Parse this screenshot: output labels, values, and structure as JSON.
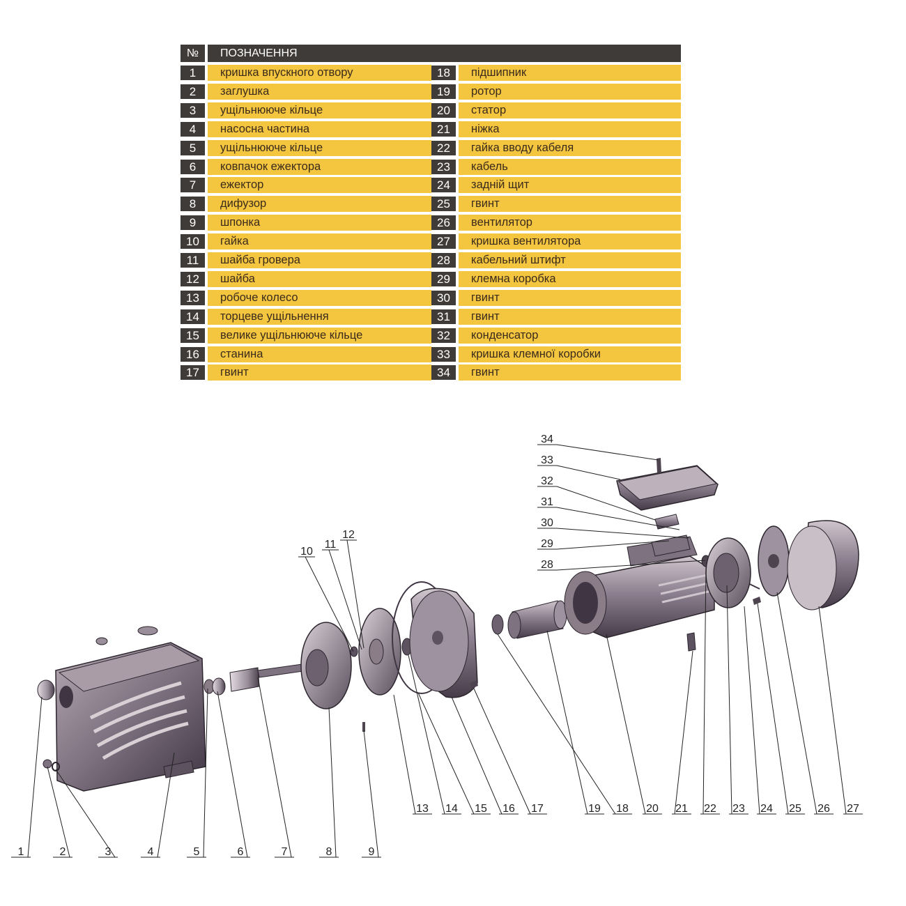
{
  "table": {
    "header_num": "№",
    "header_title": "ПОЗНАЧЕННЯ",
    "left_items": [
      {
        "n": "1",
        "label": "кришка впускного отвору"
      },
      {
        "n": "2",
        "label": "заглушка"
      },
      {
        "n": "3",
        "label": "ущільнююче кільце"
      },
      {
        "n": "4",
        "label": "насосна частина"
      },
      {
        "n": "5",
        "label": "ущільнююче кільце"
      },
      {
        "n": "6",
        "label": "ковпачок ежектора"
      },
      {
        "n": "7",
        "label": "ежектор"
      },
      {
        "n": "8",
        "label": "дифузор"
      },
      {
        "n": "9",
        "label": "шпонка"
      },
      {
        "n": "10",
        "label": "гайка"
      },
      {
        "n": "11",
        "label": "шайба гровера"
      },
      {
        "n": "12",
        "label": "шайба"
      },
      {
        "n": "13",
        "label": "робоче колесо"
      },
      {
        "n": "14",
        "label": "торцеве ущільнення"
      },
      {
        "n": "15",
        "label": "велике ущільнююче кільце"
      },
      {
        "n": "16",
        "label": "станина"
      },
      {
        "n": "17",
        "label": "гвинт"
      }
    ],
    "right_items": [
      {
        "n": "18",
        "label": "підшипник"
      },
      {
        "n": "19",
        "label": "ротор"
      },
      {
        "n": "20",
        "label": "статор"
      },
      {
        "n": "21",
        "label": "ніжка"
      },
      {
        "n": "22",
        "label": "гайка вводу кабеля"
      },
      {
        "n": "23",
        "label": "кабель"
      },
      {
        "n": "24",
        "label": "задній щит"
      },
      {
        "n": "25",
        "label": "гвинт"
      },
      {
        "n": "26",
        "label": "вентилятор"
      },
      {
        "n": "27",
        "label": "кришка вентилятора"
      },
      {
        "n": "28",
        "label": "кабельний штифт"
      },
      {
        "n": "29",
        "label": "клемна коробка"
      },
      {
        "n": "30",
        "label": "гвинт"
      },
      {
        "n": "31",
        "label": "гвинт"
      },
      {
        "n": "32",
        "label": "конденсатор"
      },
      {
        "n": "33",
        "label": "кришка клемної коробки"
      },
      {
        "n": "34",
        "label": "гвинт"
      }
    ]
  },
  "diagram": {
    "bottom_row": [
      "1",
      "2",
      "3",
      "4",
      "5",
      "6",
      "7",
      "8",
      "9"
    ],
    "middle_row": [
      "13",
      "14",
      "15",
      "16",
      "17",
      "19",
      "18",
      "20",
      "21",
      "22",
      "23",
      "24",
      "25",
      "26",
      "27"
    ],
    "top_left": [
      "10",
      "11",
      "12"
    ],
    "top_right": [
      "34",
      "33",
      "32",
      "31",
      "30",
      "29",
      "28"
    ]
  },
  "colors": {
    "table_dark": "#3f3b38",
    "table_yellow": "#f4c53e",
    "part_fill": "#8a7d88",
    "part_dark": "#4e4450",
    "part_light": "#c9bfc6"
  }
}
